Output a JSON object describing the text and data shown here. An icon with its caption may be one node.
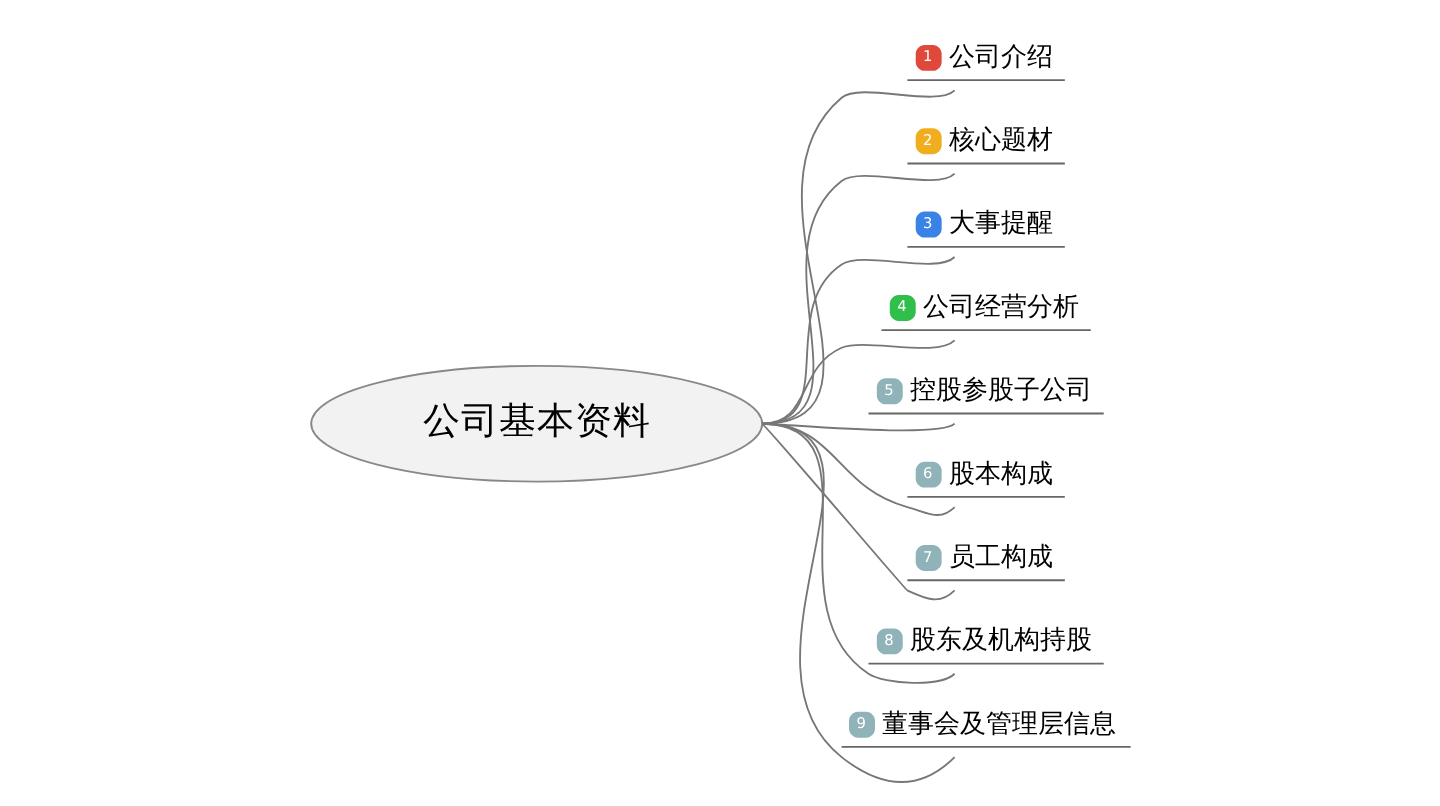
{
  "diagram": {
    "nodes": [
      {
        "text": [
          "公司基本资料"
        ]
      },
      {
        "text": [
          "1",
          "公司介绍"
        ]
      },
      {
        "text": [
          "2",
          "核心题材"
        ]
      },
      {
        "text": [
          "3",
          "大事提醒"
        ]
      },
      {
        "text": [
          "4",
          "公司经营分析"
        ]
      },
      {
        "text": [
          "5",
          "控股参股子公司"
        ]
      },
      {
        "text": [
          "6",
          "股本构成"
        ]
      },
      {
        "text": [
          "7",
          "员工构成"
        ]
      },
      {
        "text": [
          "8",
          "股东及机构持股"
        ]
      },
      {
        "text": [
          "9",
          "董事会及管理层信息"
        ]
      }
    ],
    "edges": [
      {
        "from": 0,
        "to": 1,
        "arrow": "none"
      },
      {
        "from": 0,
        "to": 2,
        "arrow": "none"
      },
      {
        "from": 0,
        "to": 3,
        "arrow": "none"
      },
      {
        "from": 0,
        "to": 4,
        "arrow": "none"
      },
      {
        "from": 0,
        "to": 5,
        "arrow": "none"
      },
      {
        "from": 0,
        "to": 6,
        "arrow": "none"
      },
      {
        "from": 0,
        "to": 7,
        "arrow": "none"
      },
      {
        "from": 0,
        "to": 8,
        "arrow": "none"
      },
      {
        "from": 0,
        "to": 9,
        "arrow": "none"
      }
    ]
  }
}
